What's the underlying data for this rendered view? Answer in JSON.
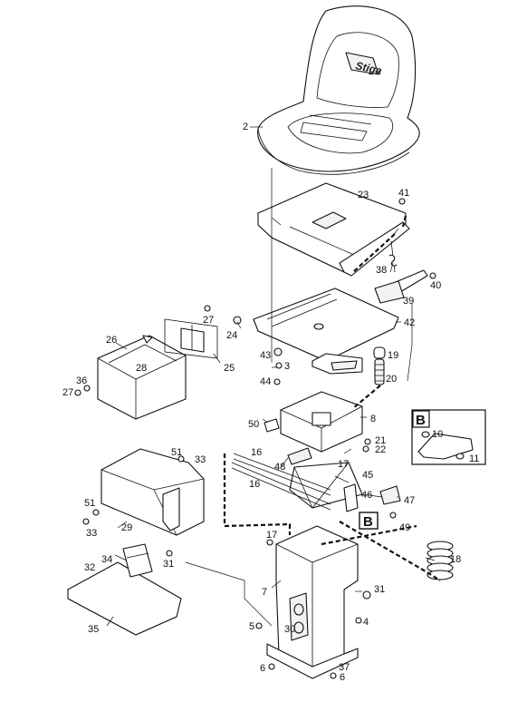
{
  "brand": {
    "logo_text": "Stiga"
  },
  "labels": {
    "p2": "2",
    "p23": "23",
    "p41": "41",
    "p38": "38",
    "p40": "40",
    "p39": "39",
    "p27a": "27",
    "p24": "24",
    "p42": "42",
    "p26": "26",
    "p28": "28",
    "p25": "25",
    "p43": "43",
    "p3": "3",
    "p19": "19",
    "p36": "36",
    "p27b": "27",
    "p44": "44",
    "p20": "20",
    "p50": "50",
    "p8": "8",
    "p21": "21",
    "p22": "22",
    "p51a": "51",
    "p33a": "33",
    "p16a": "16",
    "p48": "48",
    "p17a": "17",
    "p45": "45",
    "p16b": "16",
    "p46": "46",
    "p47": "47",
    "p49": "49",
    "p51b": "51",
    "p33b": "33",
    "p29": "29",
    "p17b": "17",
    "p31a": "31",
    "p34": "34",
    "p31b": "31",
    "p32": "32",
    "p18": "18",
    "p7": "7",
    "p30": "30",
    "p5": "5",
    "p4": "4",
    "p35": "35",
    "p37": "37",
    "p6a": "6",
    "p6b": "6",
    "detail_box_b": "B",
    "detail_p10": "10",
    "detail_p11": "11",
    "marker_b": "B"
  }
}
